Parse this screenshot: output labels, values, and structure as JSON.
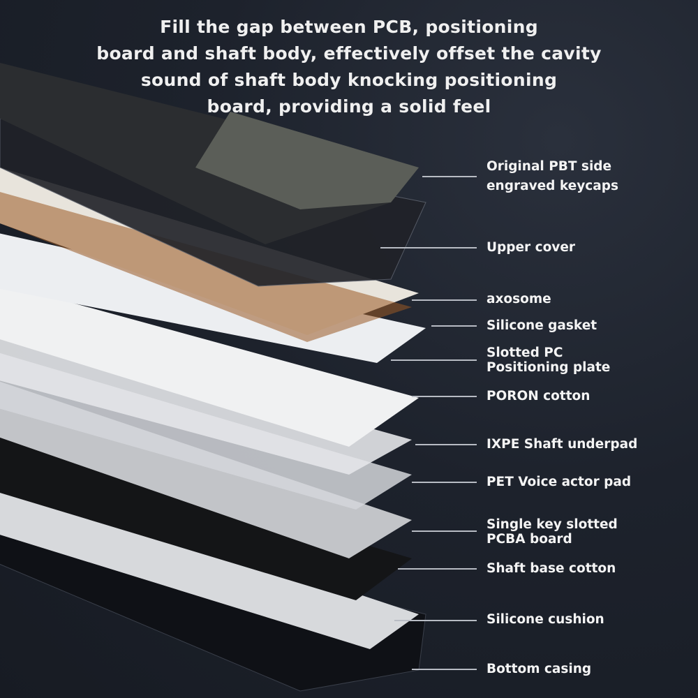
{
  "headline": {
    "lines": [
      "Fill the gap between PCB, positioning",
      "board and shaft body, effectively offset the cavity",
      "sound of shaft body knocking positioning",
      "board, providing a solid feel"
    ]
  },
  "layers": [
    {
      "label": "Original PBT side engraved keycaps",
      "lines": [
        "Original PBT side",
        "engraved keycaps"
      ]
    },
    {
      "label": "Upper cover"
    },
    {
      "label": "axosome"
    },
    {
      "label": "Silicone gasket"
    },
    {
      "label": "Slotted PC Positioning plate",
      "lines": [
        "Slotted PC",
        "Positioning plate"
      ]
    },
    {
      "label": "PORON cotton"
    },
    {
      "label": "IXPE Shaft underpad"
    },
    {
      "label": "PET Voice actor pad"
    },
    {
      "label": "Single key slotted PCBA board",
      "lines": [
        "Single key slotted",
        "PCBA board"
      ]
    },
    {
      "label": "Shaft base cotton"
    },
    {
      "label": "Silicone cushion"
    },
    {
      "label": "Bottom casing"
    }
  ],
  "colors": {
    "background": "#1d222c",
    "keycaps_dark": "#2b2d30",
    "keycaps_gray": "#5b5e58",
    "plate": "#e9ebee",
    "switch_brown": "#9a5a24",
    "pcb": "#c9cbcf",
    "cotton_black": "#141517"
  }
}
